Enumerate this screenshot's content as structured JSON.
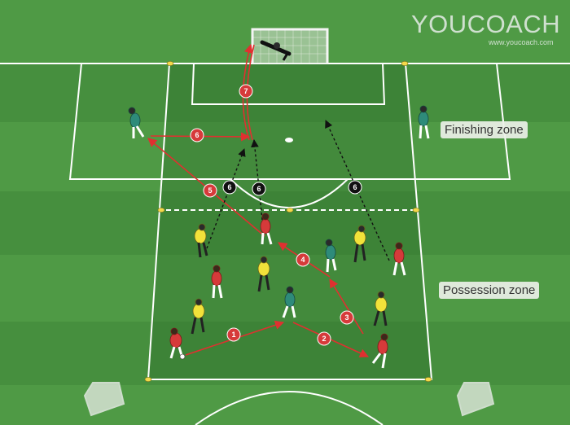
{
  "brand": {
    "name": "YouCoach",
    "logo_text": "YOUCOACH",
    "url": "www.youcoach.com"
  },
  "zones": {
    "finishing": "Finishing zone",
    "possession": "Possession zone"
  },
  "colors": {
    "grass_light": "#4f9a45",
    "grass_dark": "#3f8a38",
    "zone_overlay": "#2f6d2a",
    "line": "#ffffff",
    "pass_arrow": "#e03030",
    "run_arrow": "#111111",
    "team_red": "#d63a3a",
    "team_yellow": "#f2e23a",
    "neutral_teal": "#2e8b7a"
  },
  "passes": [
    {
      "label": "1"
    },
    {
      "label": "2"
    },
    {
      "label": "3"
    },
    {
      "label": "4"
    },
    {
      "label": "5"
    },
    {
      "label": "6"
    },
    {
      "label": "7"
    }
  ],
  "runs": [
    {
      "label": "6"
    },
    {
      "label": "6"
    },
    {
      "label": "6"
    }
  ]
}
